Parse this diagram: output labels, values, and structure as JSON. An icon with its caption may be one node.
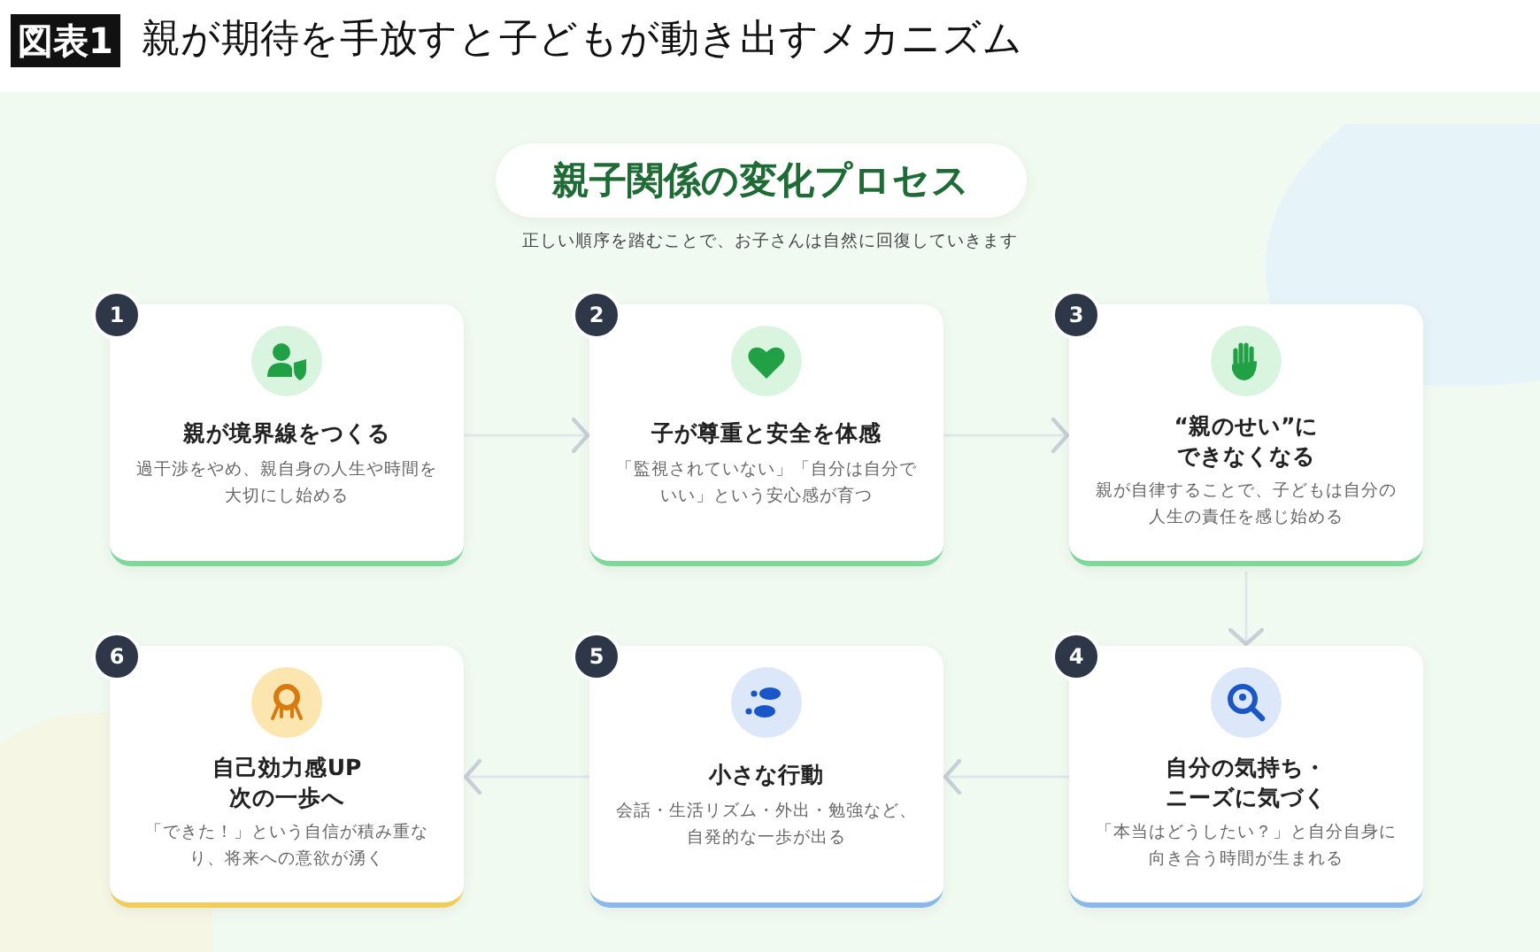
{
  "diagram": {
    "title": "親が期待を手放すと子どもが動き出すメカニズム",
    "nodes": [
      {
        "text": [
          "親子関係の変化プロセス"
        ]
      },
      {
        "text": [
          "1",
          "親が境界線をつくる",
          "過干渉をやめ、親自身の人生や時間を大切にし始める"
        ]
      },
      {
        "text": [
          "2",
          "子が尊重と安全を体感",
          "「監視されていない」「自分は自分でいい」という安心感が育つ"
        ]
      },
      {
        "text": [
          "3",
          "“親のせい”にできなくなる",
          "親が自律することで、子どもは自分の人生の責任を感じ始める"
        ]
      },
      {
        "text": [
          "4",
          "自分の気持ち・ニーズに気づく",
          "「本当はどうしたい？」と自分自身に向き合う時間が生まれる"
        ]
      },
      {
        "text": [
          "5",
          "小さな行動",
          "会話・生活リズム・外出・勉強など、自発的な一歩が出る"
        ]
      },
      {
        "text": [
          "6",
          "自己効力感UP次の一歩へ",
          "「できた！」という自信が積み重なり、将来への意欲が湧く"
        ]
      }
    ],
    "edges": [
      {
        "from": 1,
        "to": 2,
        "arrow": "to"
      },
      {
        "from": 2,
        "to": 3,
        "arrow": "to"
      },
      {
        "from": 3,
        "to": 4,
        "arrow": "to"
      },
      {
        "from": 4,
        "to": 5,
        "arrow": "to"
      },
      {
        "from": 5,
        "to": 6,
        "arrow": "to"
      }
    ],
    "labels": [
      "図表1",
      "正しい順序を踏むことで、お子さんは自然に回復していきます"
    ]
  }
}
